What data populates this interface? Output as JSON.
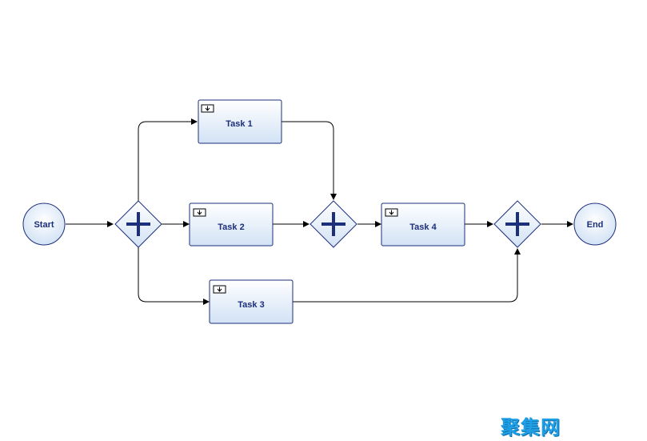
{
  "diagram": {
    "start_event": {
      "label": "Start"
    },
    "end_event": {
      "label": "End"
    },
    "tasks": [
      {
        "id": "task1",
        "label": "Task 1"
      },
      {
        "id": "task2",
        "label": "Task 2"
      },
      {
        "id": "task3",
        "label": "Task 3"
      },
      {
        "id": "task4",
        "label": "Task 4"
      }
    ],
    "gateways": [
      {
        "id": "split",
        "type": "parallel"
      },
      {
        "id": "join1",
        "type": "parallel"
      },
      {
        "id": "join2",
        "type": "parallel"
      }
    ]
  },
  "colors": {
    "stroke": "#1c2f7a",
    "node_fill_top": "#ffffff",
    "node_fill_bottom": "#d2e2f5",
    "connector": "#000000",
    "watermark": "#1fa0e6"
  },
  "watermark": {
    "text": "聚集网"
  }
}
